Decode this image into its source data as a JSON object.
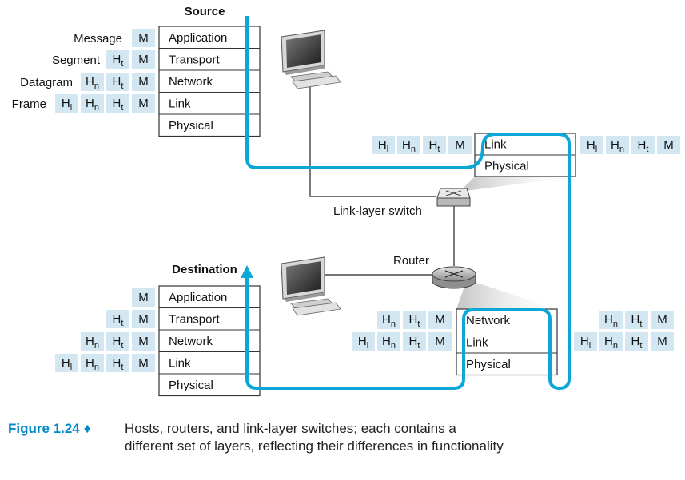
{
  "source_title": "Source",
  "destination_title": "Destination",
  "layers": {
    "application": "Application",
    "transport": "Transport",
    "network": "Network",
    "link": "Link",
    "physical": "Physical"
  },
  "source_pdu_labels": {
    "message": "Message",
    "segment": "Segment",
    "datagram": "Datagram",
    "frame": "Frame"
  },
  "headers": {
    "m": "M",
    "ht": "H",
    "ht_sub": "t",
    "hn": "H",
    "hn_sub": "n",
    "hl": "H",
    "hl_sub": "l"
  },
  "switch_label": "Link-layer switch",
  "router_label": "Router",
  "caption": {
    "figure": "Figure 1.24",
    "diamond": "♦",
    "text": "Hosts, routers, and link-layer switches; each contains a different set of layers, reflecting their differences in functionality"
  },
  "colors": {
    "path": "#0aa7d8",
    "cell": "#d3e7f2",
    "box_border": "#333333"
  }
}
